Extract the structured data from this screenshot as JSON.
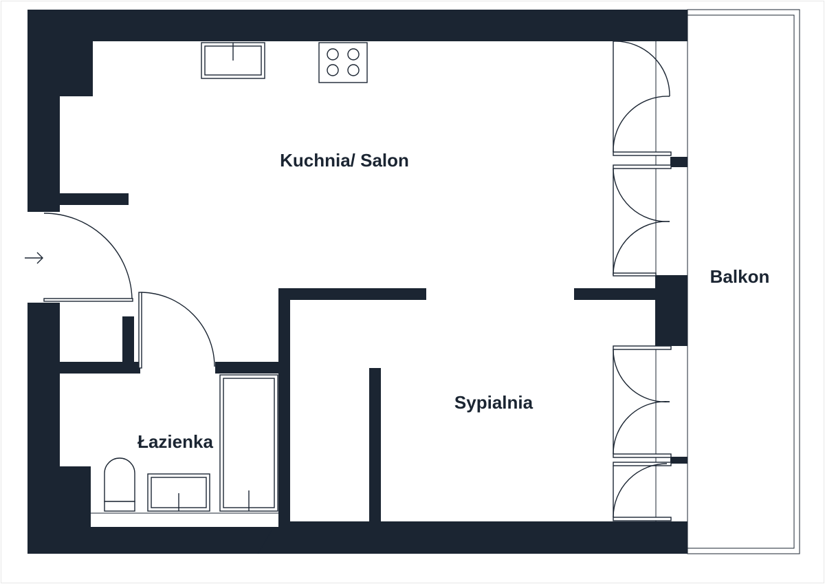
{
  "rooms": {
    "kitchen_living": "Kuchnia/ Salon",
    "bedroom": "Sypialnia",
    "bathroom": "Łazienka",
    "balcony": "Balkon"
  },
  "colors": {
    "wall": "#1b2532",
    "background": "#ffffff"
  },
  "icons": {
    "entrance": "arrow-right-icon"
  }
}
